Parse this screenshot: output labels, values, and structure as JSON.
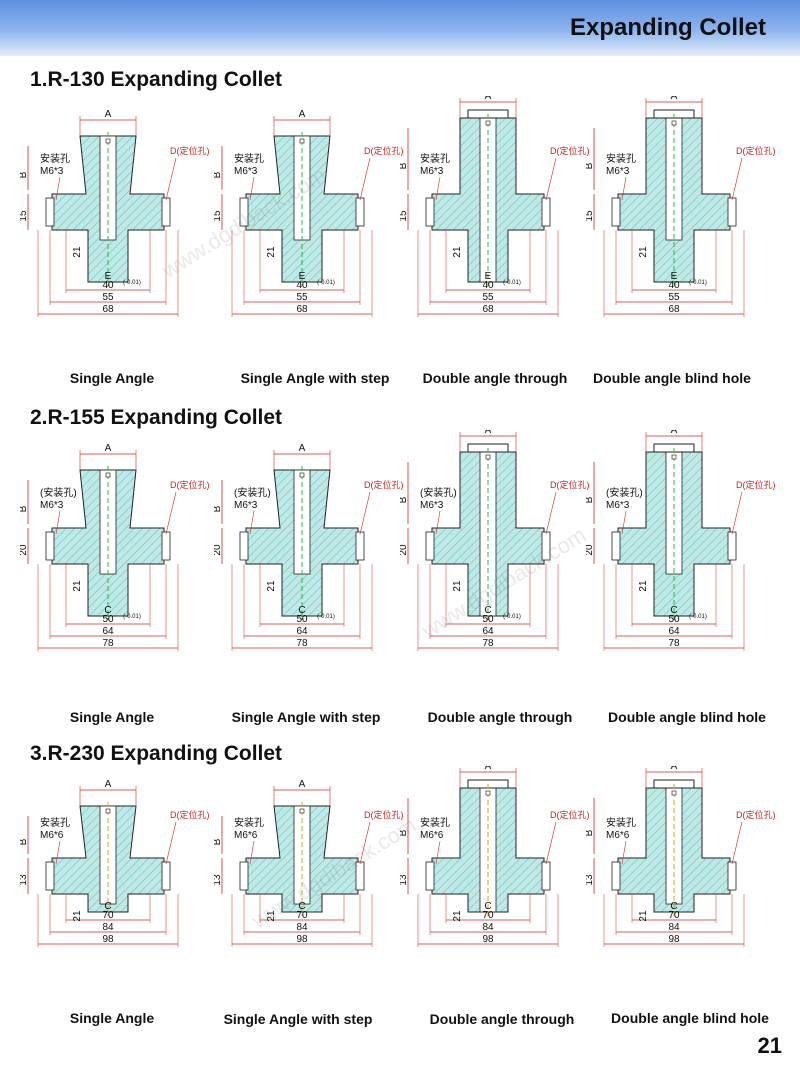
{
  "header": {
    "title": "Expanding Collet"
  },
  "page_number": "21",
  "watermark": "www.dgdiback.com",
  "sections": [
    {
      "title": "1.R-130 Expanding Collet",
      "captions": [
        "Single Angle",
        "Single Angle with step",
        "Double angle through",
        "Double angle blind hole"
      ],
      "dims": {
        "d1": "40",
        "d2": "55",
        "d3": "68",
        "tol": "(-0.01)",
        "thread": "M6*3",
        "chinese": "安装孔",
        "d_label": "D(定位孔)",
        "h1": "15",
        "h2": "21"
      }
    },
    {
      "title": "2.R-155 Expanding Collet",
      "captions": [
        "Single Angle",
        "Single Angle with step",
        "Double angle through",
        "Double angle blind hole"
      ],
      "dims": {
        "d1": "50",
        "d2": "64",
        "d3": "78",
        "tol": "(-0.01)",
        "thread": "M6*3",
        "chinese": "(安装孔)",
        "d_label": "D(定位孔)",
        "h1": "20",
        "h2": "21"
      }
    },
    {
      "title": "3.R-230 Expanding Collet",
      "captions": [
        "Single Angle",
        "Single Angle with step",
        "Double angle through",
        "Double angle blind hole"
      ],
      "dims": {
        "d1": "70",
        "d2": "84",
        "d3": "98",
        "tol": "",
        "thread": "M6*6",
        "chinese": "安装孔",
        "d_label": "D(定位孔)",
        "h1": "13",
        "h2": "21"
      }
    }
  ],
  "colors": {
    "fill": "#bfe9e4",
    "hatch": "#3fa7b8",
    "dim": "#cc2a2a",
    "outline": "#222222",
    "header": "#6a9ae3"
  }
}
